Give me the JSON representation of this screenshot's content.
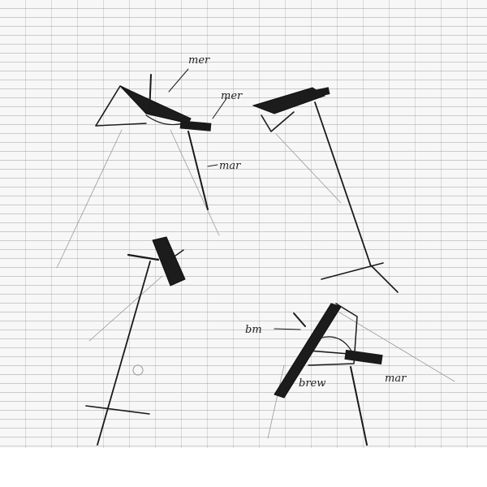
{
  "sketch": {
    "paper_color": "#f7f7f7",
    "ink_color": "#1a1a1a",
    "annotations": [
      {
        "id": "top-left-1",
        "text": "mer"
      },
      {
        "id": "top-left-2",
        "text": "mer"
      },
      {
        "id": "top-left-3",
        "text": "mar"
      },
      {
        "id": "bottom-right-1",
        "text": "bm"
      },
      {
        "id": "bottom-right-2",
        "text": "brew"
      },
      {
        "id": "bottom-right-3",
        "text": "mar"
      }
    ]
  }
}
